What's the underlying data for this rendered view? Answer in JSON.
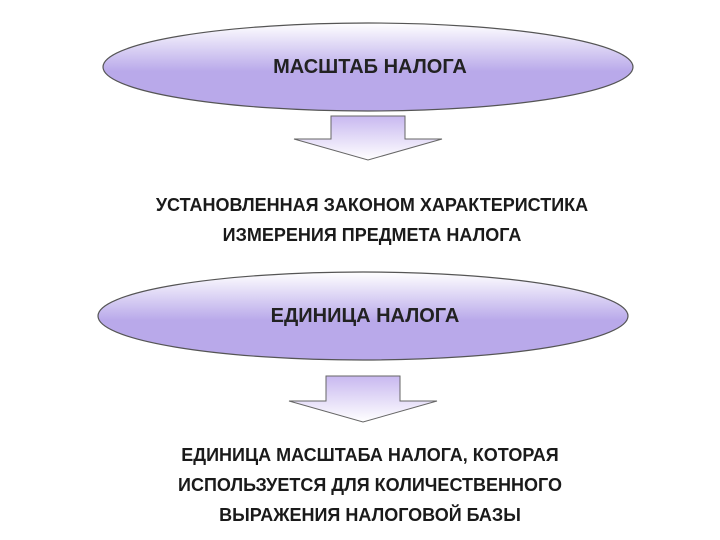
{
  "colors": {
    "oval_fill_light": "#ffffff",
    "oval_fill_dark": "#b9a9ea",
    "oval_stroke": "#555555",
    "arrow_fill_light": "#ffffff",
    "arrow_fill_dark": "#c8b8f0",
    "arrow_stroke": "#666666",
    "text": "#222222"
  },
  "diagram": {
    "block1": {
      "title": "МАСШТАБ НАЛОГА",
      "description": {
        "line1": "УСТАНОВЛЕННАЯ ЗАКОНОМ ХАРАКТЕРИСТИКА",
        "line2": "ИЗМЕРЕНИЯ ПРЕДМЕТА НАЛОГА"
      }
    },
    "block2": {
      "title": "ЕДИНИЦА НАЛОГА",
      "description": {
        "line1": "ЕДИНИЦА МАСШТАБА НАЛОГА, КОТОРАЯ",
        "line2": "ИСПОЛЬЗУЕТСЯ ДЛЯ КОЛИЧЕСТВЕННОГО",
        "line3": "ВЫРАЖЕНИЯ НАЛОГОВОЙ БАЗЫ"
      }
    }
  }
}
